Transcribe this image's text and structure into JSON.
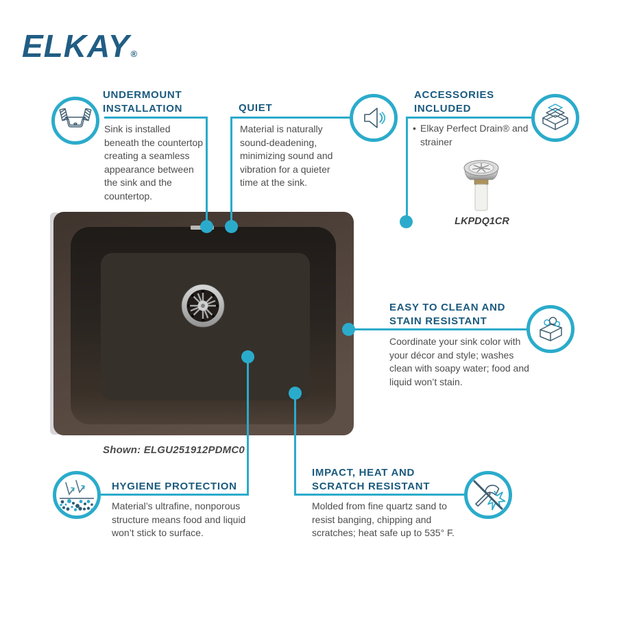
{
  "brand": {
    "logo": "ELKAY",
    "registered": "®"
  },
  "product": {
    "shown_label": "Shown: ELGU251912PDMC0",
    "accessory_model": "LKPDQ1CR"
  },
  "colors": {
    "accent_cyan": "#2babcb",
    "heading_navy": "#1a5a7e",
    "body_gray": "#4d4d4d",
    "logo_blue": "#215d83",
    "sink_brown": "#5a4b43",
    "basin_dark": "#2a2521"
  },
  "callouts": {
    "undermount": {
      "title": "UNDERMOUNT INSTALLATION",
      "body": "Sink is installed beneath the countertop creating a seamless appearance between the sink and the countertop.",
      "icon": "undermount-sink-icon"
    },
    "quiet": {
      "title": "QUIET",
      "body": "Material is naturally sound-deadening, minimizing sound and vibration for a quieter time at the sink.",
      "icon": "speaker-icon"
    },
    "accessories": {
      "title": "ACCESSORIES INCLUDED",
      "bullet": "•",
      "items": [
        "Elkay Perfect Drain® and strainer"
      ],
      "icon": "open-box-icon"
    },
    "easy_clean": {
      "title": "EASY TO CLEAN AND STAIN RESISTANT",
      "body": "Coordinate your sink color with your décor and style; washes clean with soapy water; food and liquid won’t stain.",
      "icon": "soap-bar-icon"
    },
    "hygiene": {
      "title": "HYGIENE PROTECTION",
      "body": "Material’s ultrafine, nonporous structure means food and liquid won’t stick to surface.",
      "icon": "nonporous-surface-icon"
    },
    "impact": {
      "title": "IMPACT, HEAT AND SCRATCH RESISTANT",
      "body": "Molded from fine quartz sand to resist banging, chipping and scratches; heat safe up to 535° F.",
      "icon": "hammer-resist-icon"
    }
  }
}
